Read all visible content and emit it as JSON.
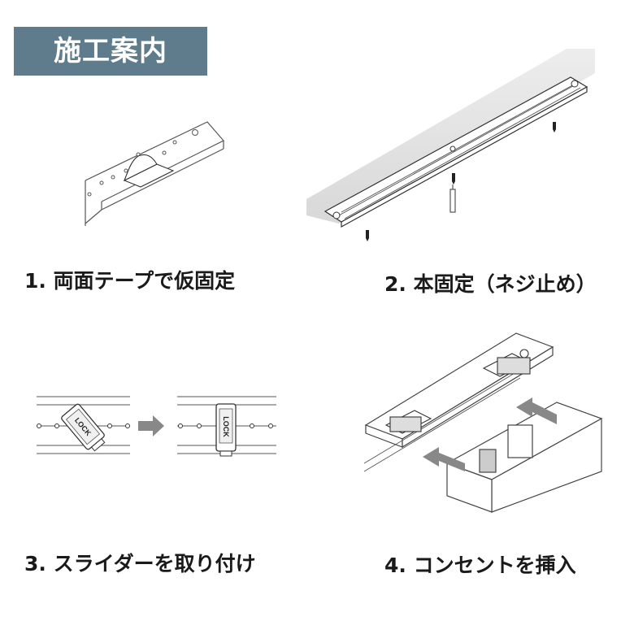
{
  "header": {
    "title": "施工案内"
  },
  "steps": [
    {
      "label": "1.  両面テープで仮固定"
    },
    {
      "label": "2.  本固定（ネジ止め）"
    },
    {
      "label": "3.  スライダーを取り付け"
    },
    {
      "label": "4.  コンセントを挿入"
    }
  ],
  "slider_text": {
    "lock": "LOCK"
  },
  "colors": {
    "banner": "#5e7c8c",
    "line": "#555555",
    "arrow": "#888888"
  }
}
